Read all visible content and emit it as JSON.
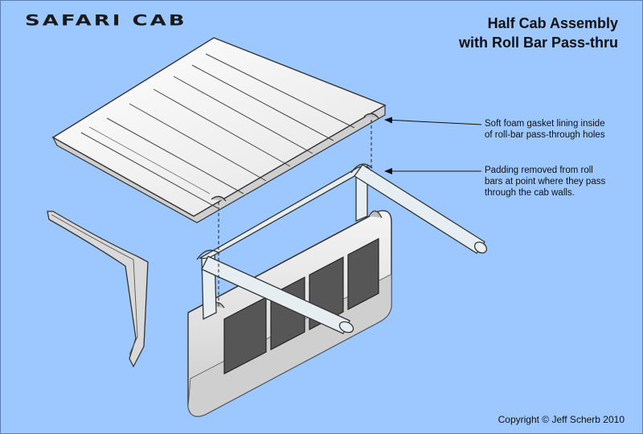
{
  "logo": {
    "text": "SAFARI CAB"
  },
  "title": {
    "line1": "Half Cab Assembly",
    "line2": "with Roll Bar Pass-thru"
  },
  "callouts": [
    {
      "line1": "Soft foam gasket lining inside",
      "line2": "of roll-bar pass-through holes"
    },
    {
      "line1": "Padding removed from roll",
      "line2": "bars at point where they pass",
      "line3": "through the cab walls."
    }
  ],
  "copyright": "Copyright © Jeff Scherb 2010",
  "colors": {
    "background": "#9cc7ff",
    "panel_fill": "#e8e8e8",
    "outline": "#333333",
    "window": "#555555",
    "roll_bar": "#e6eef2"
  }
}
